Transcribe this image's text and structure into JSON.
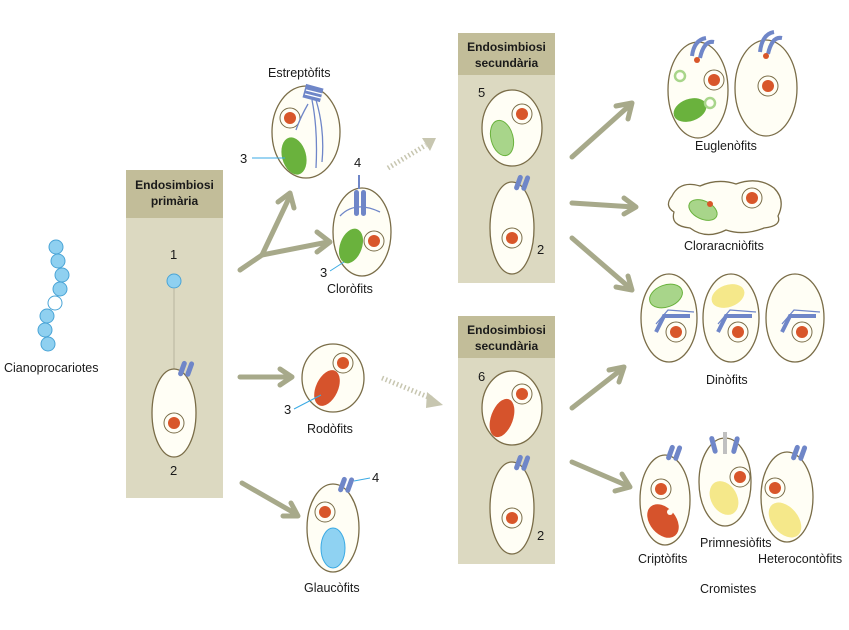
{
  "panels": {
    "primary": {
      "line1": "Endosimbiosi",
      "line2": "primària"
    },
    "secondary_top": {
      "line1": "Endosimbiosi",
      "line2": "secundària"
    },
    "secondary_bottom": {
      "line1": "Endosimbiosi",
      "line2": "secundària"
    }
  },
  "labels": {
    "cyanoprokaryotes": "Cianoprocariotes",
    "streptophytes": "Estreptòfits",
    "chlorophytes": "Cloròfits",
    "rhodophytes": "Rodòfits",
    "glaucophytes": "Glaucòfits",
    "euglenophytes": "Euglenòfits",
    "chlorarachniophytes": "Cloraracniòfits",
    "dinophytes": "Dinòfits",
    "cryptophytes": "Criptòfits",
    "prymnesiophytes": "Primnesiòfits",
    "heterokontophytes": "Heterocontòfits",
    "chromists": "Cromistes"
  },
  "numbers": {
    "n1": "1",
    "n2a": "2",
    "n2b": "2",
    "n2c": "2",
    "n3a": "3",
    "n3b": "3",
    "n3c": "3",
    "n4a": "4",
    "n4b": "4",
    "n5": "5",
    "n6": "6"
  },
  "colors": {
    "panel_fill": "#dcd9c1",
    "panel_header": "#c2bd99",
    "arrow": "#a7a98a",
    "cell_outline": "#7a6d48",
    "cell_fill": "#fffef5",
    "nucleus": "#d8562a",
    "green_plastid": "#6ab23d",
    "light_green_plastid": "#a8d58a",
    "red_plastid": "#d6532c",
    "cyan_plastid": "#8fd2f2",
    "yellow_plastid": "#f5e88a",
    "flagella": "#6f86c8",
    "cyanobacteria": "#8fd0f0"
  }
}
